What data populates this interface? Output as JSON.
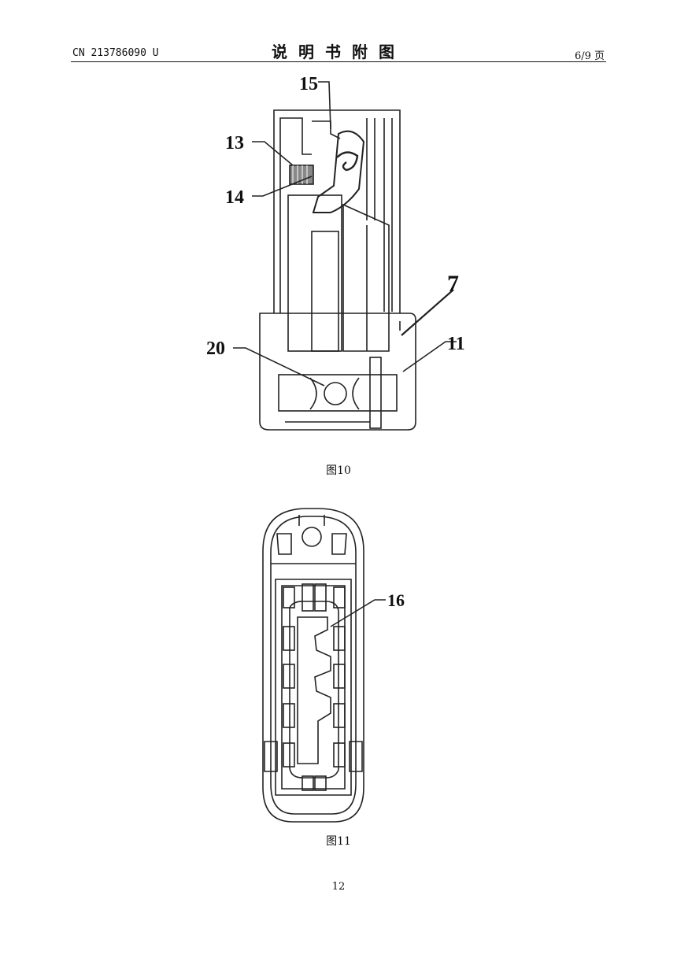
{
  "header": {
    "doc_number": "CN 213786090 U",
    "section_title": "说明书附图",
    "page_indicator": "6/9 页"
  },
  "figure10": {
    "caption": "图10",
    "labels": {
      "l15": "15",
      "l13": "13",
      "l14": "14",
      "l7": "7",
      "l20": "20",
      "l11": "11"
    }
  },
  "figure11": {
    "caption": "图11",
    "labels": {
      "l16": "16"
    }
  },
  "footer": {
    "page_number": "12"
  }
}
